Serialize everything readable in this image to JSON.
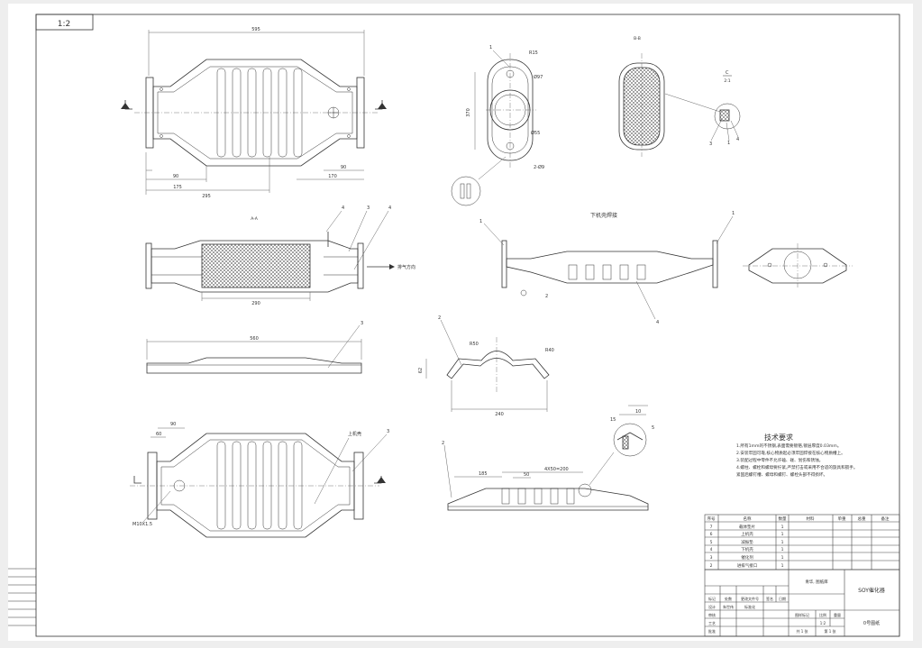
{
  "drawing": {
    "scale": "1:2",
    "view_labels": {
      "section_aa": "A-A",
      "section_bb": "B-B",
      "lower_shell_title": "下机壳焊接",
      "c_detail": "C",
      "ratio_detail": "2:1"
    },
    "dimensions": {
      "top_overall": "595",
      "top_d1": "90",
      "top_d2": "175",
      "top_d3": "295",
      "top_d4": "170",
      "top_d5": "90",
      "mono_len": "290",
      "side_len": "560",
      "flange_r": "R15",
      "flange_dia": "Ø97",
      "flange_h": "370",
      "flange_d": "Ø55",
      "flange_holes": "2-Ø9",
      "cap_r": "R50",
      "cap_r2": "R40",
      "cap_w": "240",
      "cap_h": "62",
      "bot_w1": "90",
      "bot_w2": "60",
      "bot_screw": "M10X1.5",
      "bot_label": "上机壳",
      "exhaust": "排气方向",
      "bb_185": "185",
      "bb_50": "50",
      "bb_pitch": "4X50=200",
      "det_10": "10",
      "det_15": "15",
      "det_5": "5"
    },
    "callouts": [
      "1",
      "2",
      "3",
      "4"
    ]
  },
  "tech_requirements": {
    "title": "技术要求",
    "lines": [
      "1.所有1mm的不锈钢,表面需要镀铬,镀层厚度0.03mm。",
      "2.安装牢固可靠,核心物质起必须牢固焊接在核心物质槽上。",
      "3.装配过程中零件不允许磕、碰、划伤和锈蚀。",
      "4.螺柱、螺栓和螺母要拧紧,严禁打击或采用不合适的旋具和扳手。",
      "紧固后螺钉槽、螺母和螺钉、螺栓头部不得损坏。"
    ]
  },
  "bom": {
    "headers": [
      "序号",
      "名称",
      "数量",
      "材料",
      "单重",
      "总重",
      "备注"
    ],
    "rows": [
      [
        "7",
        "载体垫片",
        "1"
      ],
      [
        "6",
        "上机壳",
        "1"
      ],
      [
        "5",
        "减振垫",
        "1"
      ],
      [
        "4",
        "下机壳",
        "1"
      ],
      [
        "3",
        "催化剂",
        "1"
      ],
      [
        "2",
        "进排气接口",
        "1"
      ]
    ]
  },
  "title_block": {
    "company": "青华, 图纸库",
    "product_name": "SOY催化器",
    "drawing_type": "0号图纸",
    "row_mark": [
      "标记",
      "处数",
      "更改文件号",
      "签名",
      "日期"
    ],
    "designer": "设计",
    "designer_name": "朱世伟",
    "check": "审核",
    "craft": "工艺",
    "approve": "批准",
    "std": "标准化",
    "stage": "图样标记",
    "weight": "重量",
    "ratio_label": "比例",
    "ratio_value": "1:2",
    "sheet_total": "共 1 张",
    "sheet_no": "第 1 张"
  }
}
